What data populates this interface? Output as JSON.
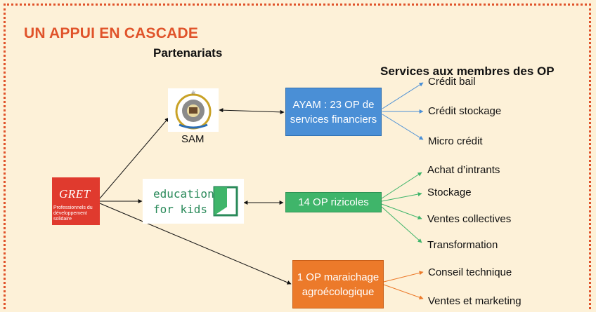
{
  "title": "UN APPUI EN CASCADE",
  "headers": {
    "partners": "Partenariats",
    "services": "Services aux membres des OP"
  },
  "logos": {
    "sam_label": "SAM",
    "gret_name": "GRET",
    "gret_tagline": "Professionnels du développement solidaire",
    "efk_line1": "education",
    "efk_line2": "for kids"
  },
  "groups": [
    {
      "box": "AYAM : 23 OP de services financiers",
      "color": "#4a8fd6",
      "services": [
        "Crédit bail",
        "Crédit stockage",
        "Micro crédit"
      ]
    },
    {
      "box": "14 OP rizicoles",
      "color": "#3fb56a",
      "services": [
        "Achat d’intrants",
        "Stockage",
        "Ventes collectives",
        "Transformation"
      ]
    },
    {
      "box": "1 OP maraichage agroécologique",
      "color": "#ec7a2a",
      "services": [
        "Conseil technique",
        "Ventes et marketing"
      ]
    }
  ]
}
